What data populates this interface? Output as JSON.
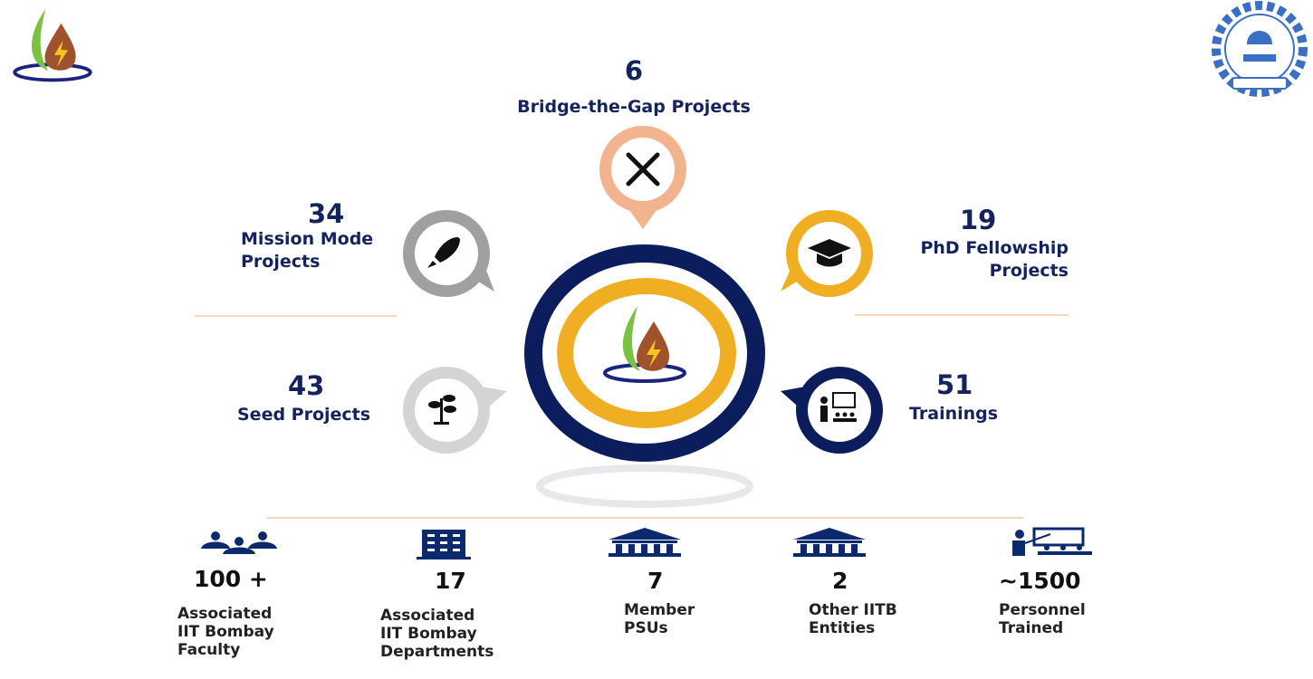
{
  "colors": {
    "navy": "#0b1d5c",
    "orange": "#f0ae22",
    "peach": "#f2b48e",
    "gray": "#a0a0a0",
    "light_gray": "#d4d4d4",
    "text": "#14235e"
  },
  "logos": {
    "left": "centre-of-excellence-oil-gas-energy-logo",
    "right": "iit-bombay-logo"
  },
  "hub": {
    "top": {
      "value": "6",
      "label": "Bridge-the-Gap Projects",
      "icon": "tools-icon"
    },
    "mission": {
      "value": "34",
      "label_lines": [
        "Mission Mode",
        "Projects"
      ],
      "icon": "rocket-icon"
    },
    "phd": {
      "value": "19",
      "label_lines": [
        "PhD Fellowship",
        "Projects"
      ],
      "icon": "graduation-cap-icon"
    },
    "seed": {
      "value": "43",
      "label": "Seed Projects",
      "icon": "sprout-icon"
    },
    "trainings": {
      "value": "51",
      "label": "Trainings",
      "icon": "teacher-icon"
    }
  },
  "stats": [
    {
      "value": "100 +",
      "label_lines": [
        "Associated",
        "IIT Bombay",
        "Faculty"
      ],
      "icon": "people-icon"
    },
    {
      "value": "17",
      "label_lines": [
        "Associated",
        "IIT Bombay",
        "Departments"
      ],
      "icon": "building-icon"
    },
    {
      "value": "7",
      "label_lines": [
        "Member",
        "PSUs"
      ],
      "icon": "institution-icon"
    },
    {
      "value": "2",
      "label_lines": [
        "Other IITB",
        "Entities"
      ],
      "icon": "institution-icon"
    },
    {
      "value": "~1500",
      "label_lines": [
        "Personnel",
        "Trained"
      ],
      "icon": "teacher-icon"
    }
  ]
}
